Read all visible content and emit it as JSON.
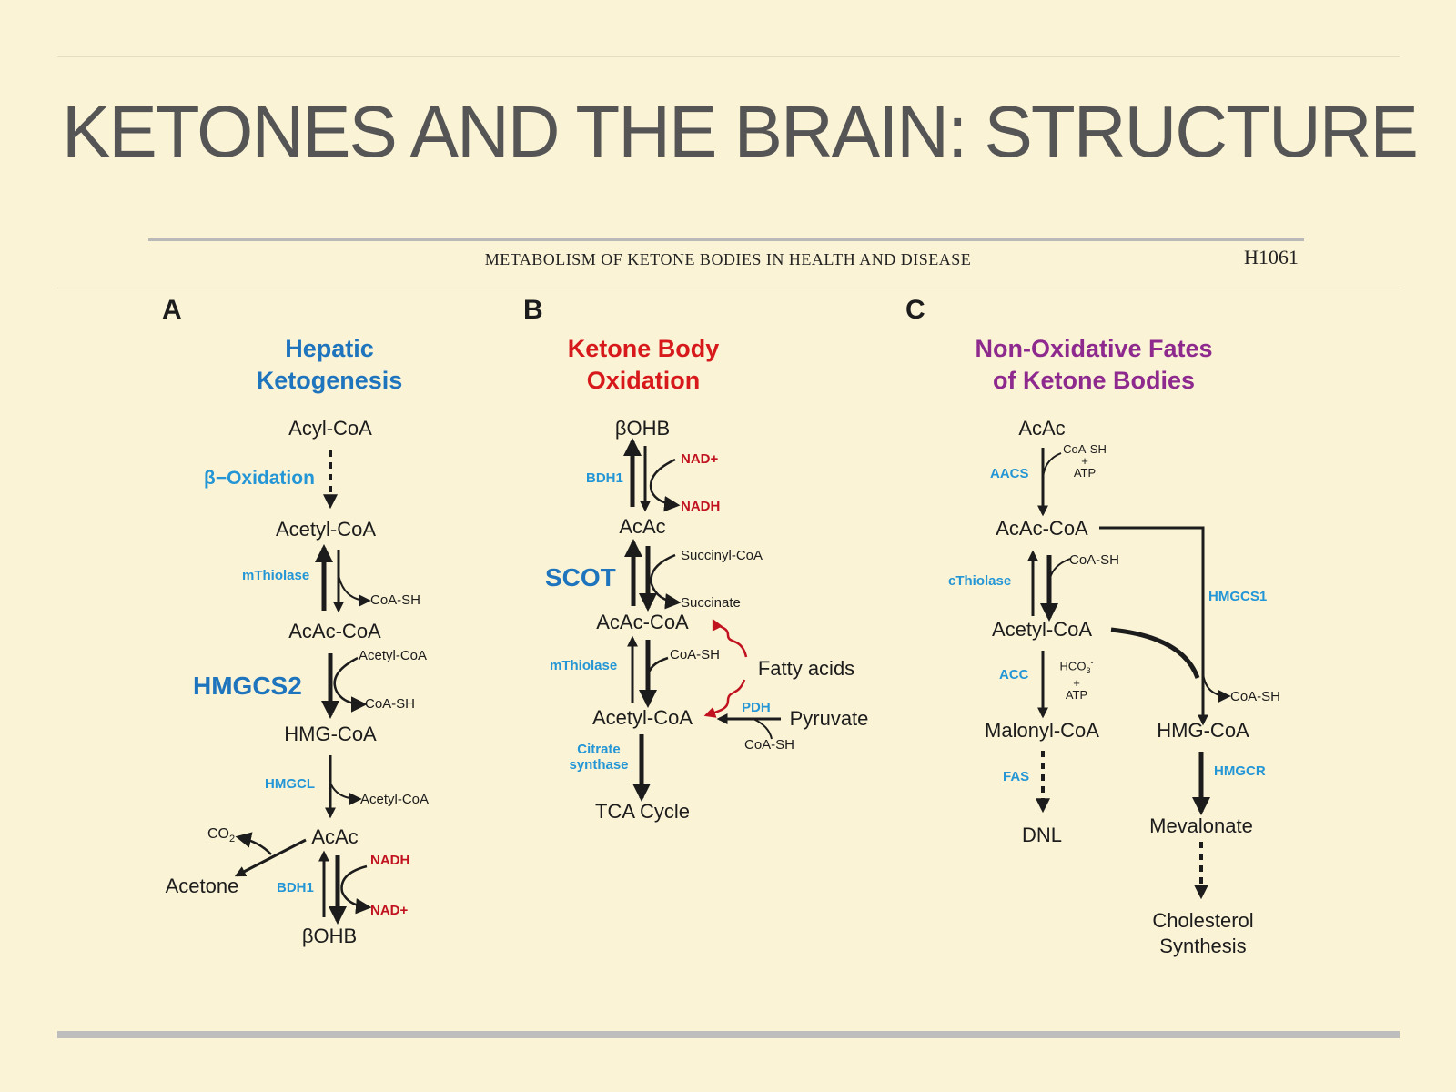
{
  "slide": {
    "title": "KETONES AND THE BRAIN: STRUCTURE"
  },
  "paper": {
    "header": "METABOLISM OF KETONE BODIES IN HEALTH AND DISEASE",
    "page": "H1061"
  },
  "panels": {
    "a": {
      "letter": "A",
      "heading": [
        "Hepatic",
        "Ketogenesis"
      ],
      "heading_color": "#1e74bd",
      "nodes": [
        "Acyl-CoA",
        "Acetyl-CoA",
        "AcAc-CoA",
        "HMG-CoA",
        "AcAc",
        "Acetone",
        "βOHB"
      ],
      "enzymes": [
        "β−Oxidation",
        "mThiolase",
        "HMGCS2",
        "HMGCL",
        "BDH1"
      ],
      "cofactors": [
        "CoA-SH",
        "Acetyl-CoA",
        "CoA-SH",
        "Acetyl-CoA",
        "CO",
        "2",
        "NADH",
        "NAD+"
      ]
    },
    "b": {
      "letter": "B",
      "heading": [
        "Ketone Body",
        "Oxidation"
      ],
      "heading_color": "#d7191c",
      "nodes": [
        "βOHB",
        "AcAc",
        "AcAc-CoA",
        "Acetyl-CoA",
        "TCA Cycle",
        "Fatty acids",
        "Pyruvate"
      ],
      "enzymes": [
        "BDH1",
        "SCOT",
        "mThiolase",
        "Citrate",
        "synthase",
        "PDH"
      ],
      "cofactors": [
        "NAD+",
        "NADH",
        "Succinyl-CoA",
        "Succinate",
        "CoA-SH",
        "CoA-SH"
      ]
    },
    "c": {
      "letter": "C",
      "heading": [
        "Non-Oxidative Fates",
        "of Ketone Bodies"
      ],
      "heading_color": "#8e2a8e",
      "nodes": [
        "AcAc",
        "AcAc-CoA",
        "Acetyl-CoA",
        "Malonyl-CoA",
        "DNL",
        "HMG-CoA",
        "Mevalonate",
        "Cholesterol",
        "Synthesis"
      ],
      "enzymes": [
        "AACS",
        "cThiolase",
        "ACC",
        "FAS",
        "HMGCS1",
        "HMGCR"
      ],
      "cofactors": [
        "CoA-SH",
        "+",
        "ATP",
        "CoA-SH",
        "HCO",
        "3",
        "-",
        "+",
        "ATP",
        "CoA-SH"
      ]
    }
  }
}
